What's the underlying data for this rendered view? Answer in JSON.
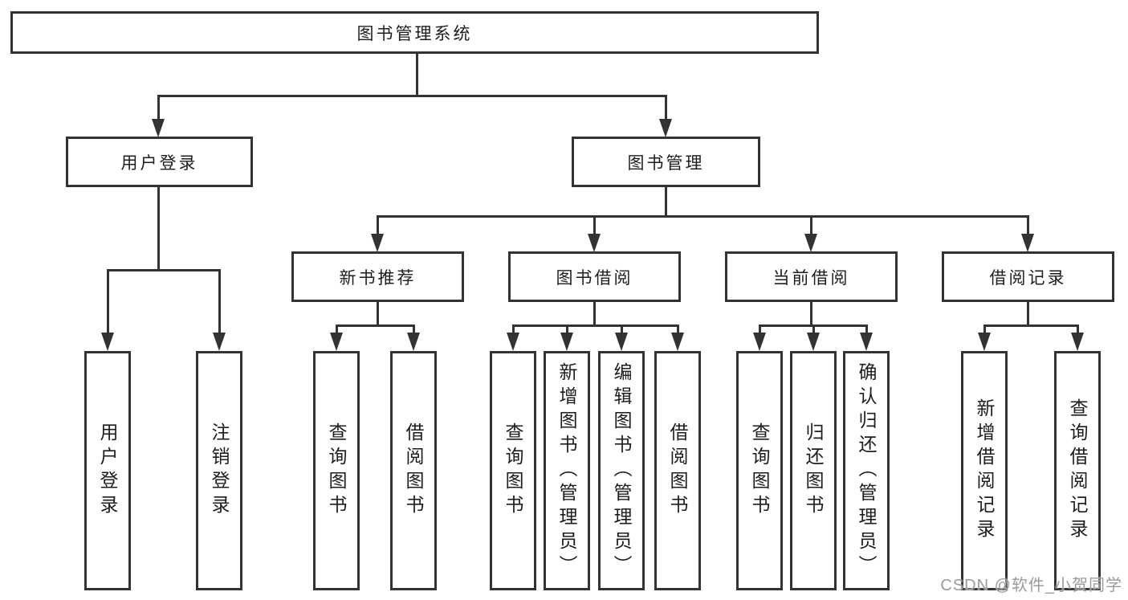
{
  "diagram": {
    "root_label": "图书管理系统",
    "user_login": {
      "label": "用户登录",
      "children": [
        "用户登录",
        "注销登录"
      ]
    },
    "book_mgmt": {
      "label": "图书管理"
    },
    "new_book_recommend": {
      "label": "新书推荐",
      "children": [
        "查询图书",
        "借阅图书"
      ]
    },
    "book_borrow": {
      "label": "图书借阅",
      "children": [
        "查询图书",
        "新增图书（管理员）",
        "编辑图书（管理员）",
        "借阅图书"
      ]
    },
    "current_borrow": {
      "label": "当前借阅",
      "children": [
        "查询图书",
        "归还图书",
        "确认归还（管理员）"
      ]
    },
    "borrow_records": {
      "label": "借阅记录",
      "children": [
        "新增借阅记录",
        "查询借阅记录"
      ]
    }
  },
  "watermark": {
    "text": "CSDN @软件_小贺同学"
  },
  "colors": {
    "line": "#333333",
    "text": "#1d1d1d",
    "background": "#ffffff",
    "watermark": "#9b9b9b"
  }
}
